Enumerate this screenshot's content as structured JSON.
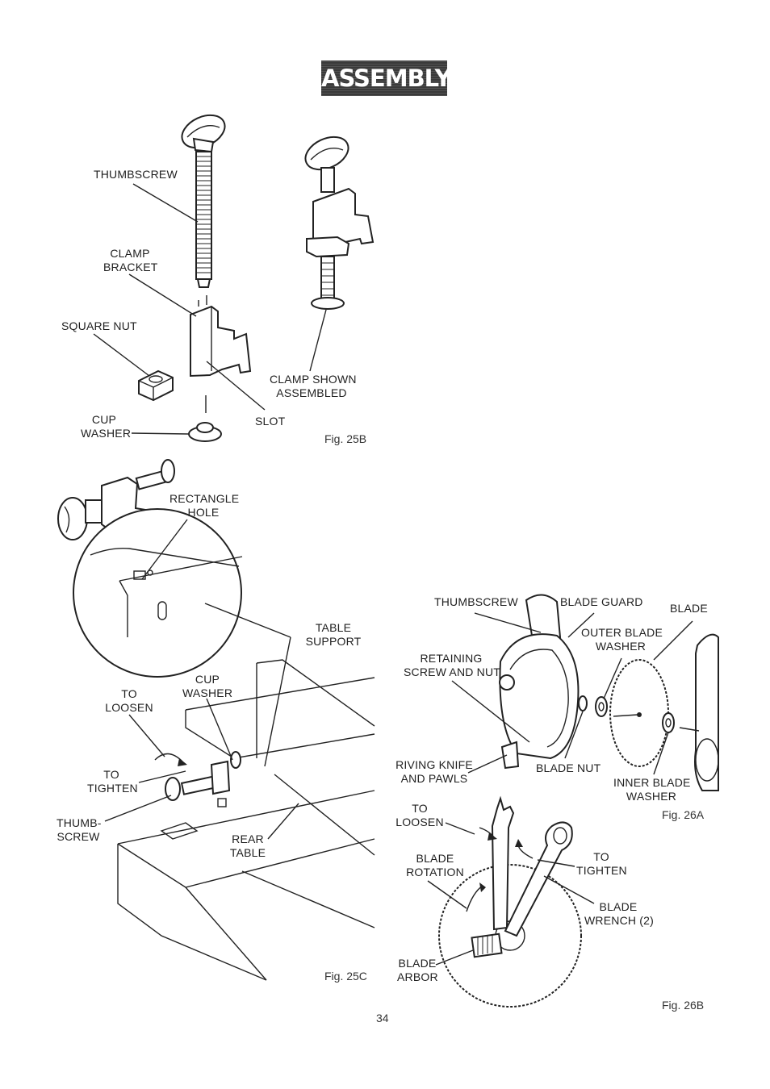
{
  "page": {
    "title": "ASSEMBLY",
    "page_number": "34"
  },
  "fig25b": {
    "caption": "Fig. 25B",
    "thumbscrew": "THUMBSCREW",
    "clamp_bracket": [
      "CLAMP",
      "BRACKET"
    ],
    "square_nut": "SQUARE NUT",
    "cup_washer": [
      "CUP",
      "WASHER"
    ],
    "slot": "SLOT",
    "clamp_shown": [
      "CLAMP SHOWN",
      "ASSEMBLED"
    ]
  },
  "fig25c": {
    "caption": "Fig. 25C",
    "rectangle_hole": [
      "RECTANGLE",
      "HOLE"
    ],
    "table_support": [
      "TABLE",
      "SUPPORT"
    ],
    "cup_washer": [
      "CUP",
      "WASHER"
    ],
    "to_loosen": [
      "TO",
      "LOOSEN"
    ],
    "to_tighten": [
      "TO",
      "TIGHTEN"
    ],
    "thumb_screw": [
      "THUMB-",
      "SCREW"
    ],
    "rear_table": [
      "REAR",
      "TABLE"
    ]
  },
  "fig26a": {
    "caption": "Fig. 26A",
    "thumbscrew": "THUMBSCREW",
    "blade_guard": "BLADE GUARD",
    "blade": "BLADE",
    "outer_blade_washer": [
      "OUTER BLADE",
      "WASHER"
    ],
    "retaining": [
      "RETAINING",
      "SCREW AND NUT"
    ],
    "riving_knife": [
      "RIVING KNIFE",
      "AND PAWLS"
    ],
    "blade_nut": "BLADE NUT",
    "inner_blade_washer": [
      "INNER BLADE",
      "WASHER"
    ]
  },
  "fig26b": {
    "caption": "Fig. 26B",
    "to_loosen": [
      "TO",
      "LOOSEN"
    ],
    "blade_rotation": [
      "BLADE",
      "ROTATION"
    ],
    "to_tighten": [
      "TO",
      "TIGHTEN"
    ],
    "blade_wrench": [
      "BLADE",
      "WRENCH (2)"
    ],
    "blade_arbor": [
      "BLADE",
      "ARBOR"
    ]
  }
}
